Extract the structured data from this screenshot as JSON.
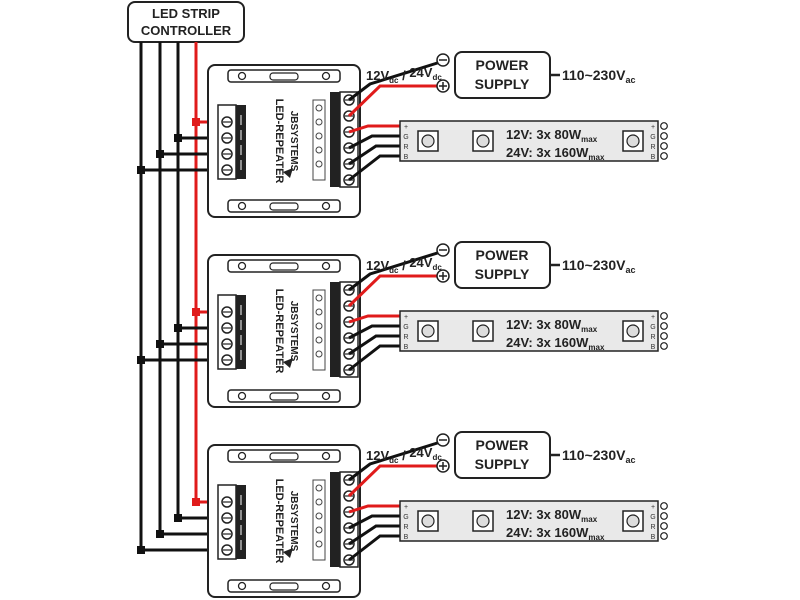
{
  "controller": {
    "line1": "LED STRIP",
    "line2": "CONTROLLER"
  },
  "power_supply": {
    "line1": "POWER",
    "line2": "SUPPLY"
  },
  "mains": {
    "main": "110~230V",
    "sub": "ac"
  },
  "dc_input": {
    "a": "12V",
    "a_sub": "dc",
    "sep": " / ",
    "b": "24V",
    "b_sub": "dc"
  },
  "repeater": {
    "name": "LED-REPEATER",
    "brand": "JBSYSTEMS"
  },
  "strip": {
    "line1_prefix": "12V: 3x 80W",
    "line1_sub": "max",
    "line2_prefix": "24V: 3x 160W",
    "line2_sub": "max",
    "pins": [
      "+",
      "G",
      "R",
      "B"
    ]
  },
  "colors": {
    "red_wire": "#e01b1b",
    "black_wire": "#111111",
    "strip_fill": "#e9e9e9",
    "box_stroke": "#222222"
  },
  "units": [
    {
      "id": 1
    },
    {
      "id": 2
    },
    {
      "id": 3
    }
  ]
}
